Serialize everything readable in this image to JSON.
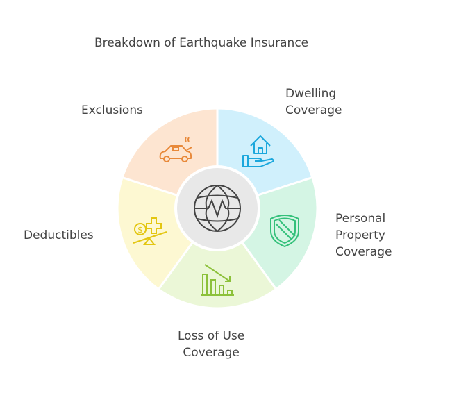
{
  "title": "Breakdown of Earthquake Insurance",
  "center_icon": "globe-seismic-icon",
  "segments": [
    {
      "label": "Dwelling\nCoverage",
      "color": "#d0f0fc",
      "stroke": "#1aa7dc",
      "icon": "house-in-hand-icon"
    },
    {
      "label": "Personal\nProperty\nCoverage",
      "color": "#d4f5e4",
      "stroke": "#33c07a",
      "icon": "shield-icon"
    },
    {
      "label": "Loss of Use\nCoverage",
      "color": "#ebf7d7",
      "stroke": "#8cc13a",
      "icon": "declining-bar-chart-icon"
    },
    {
      "label": "Deductibles",
      "color": "#fdf8d2",
      "stroke": "#e3c611",
      "icon": "balance-scale-dollar-icon"
    },
    {
      "label": "Exclusions",
      "color": "#fde5d1",
      "stroke": "#e8893a",
      "icon": "broken-car-icon"
    }
  ]
}
